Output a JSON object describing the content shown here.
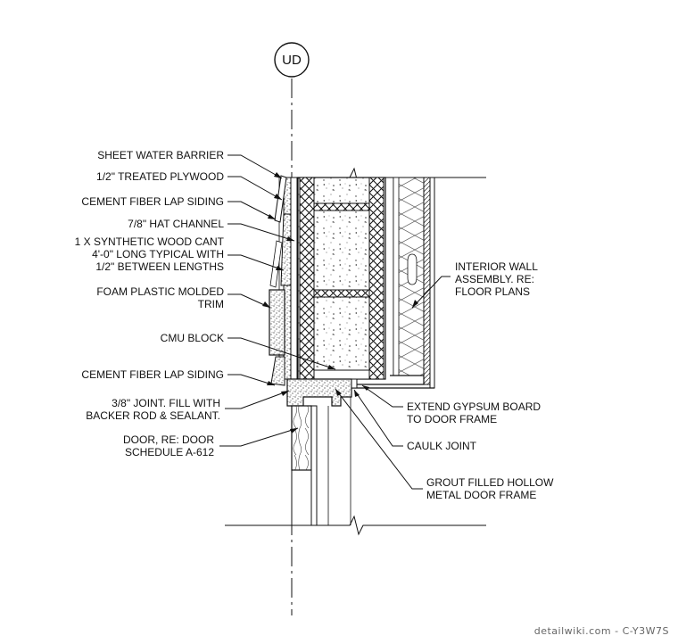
{
  "section_tag": "UD",
  "watermark": "detailwiki.com - C-Y3W7S",
  "labels_left": [
    {
      "id": "sheet-water-barrier",
      "lines": [
        "SHEET WATER BARRIER"
      ]
    },
    {
      "id": "treated-plywood",
      "lines": [
        "1/2\" TREATED PLYWOOD"
      ]
    },
    {
      "id": "cement-fiber-siding-top",
      "lines": [
        "CEMENT FIBER LAP SIDING"
      ]
    },
    {
      "id": "hat-channel",
      "lines": [
        "7/8\" HAT CHANNEL"
      ]
    },
    {
      "id": "synthetic-wood-cant",
      "lines": [
        "1 X SYNTHETIC WOOD CANT",
        "4'-0\" LONG TYPICAL WITH",
        "1/2\" BETWEEN LENGTHS"
      ]
    },
    {
      "id": "foam-plastic-trim",
      "lines": [
        "FOAM PLASTIC MOLDED",
        "TRIM"
      ]
    },
    {
      "id": "cmu-block",
      "lines": [
        "CMU BLOCK"
      ]
    },
    {
      "id": "cement-fiber-siding-bottom",
      "lines": [
        "CEMENT FIBER LAP SIDING"
      ]
    },
    {
      "id": "joint-fill",
      "lines": [
        "3/8\" JOINT. FILL WITH",
        "BACKER ROD & SEALANT."
      ]
    },
    {
      "id": "door",
      "lines": [
        "DOOR, RE: DOOR",
        "SCHEDULE A-612"
      ]
    }
  ],
  "labels_right": [
    {
      "id": "interior-wall-assembly",
      "lines": [
        "INTERIOR WALL",
        "ASSEMBLY. RE:",
        "FLOOR PLANS"
      ]
    },
    {
      "id": "extend-gypsum-board",
      "lines": [
        "EXTEND GYPSUM BOARD",
        "TO DOOR FRAME"
      ]
    },
    {
      "id": "caulk-joint",
      "lines": [
        "CAULK JOINT"
      ]
    },
    {
      "id": "grout-filled-frame",
      "lines": [
        "GROUT FILLED HOLLOW",
        "METAL DOOR FRAME"
      ]
    }
  ]
}
